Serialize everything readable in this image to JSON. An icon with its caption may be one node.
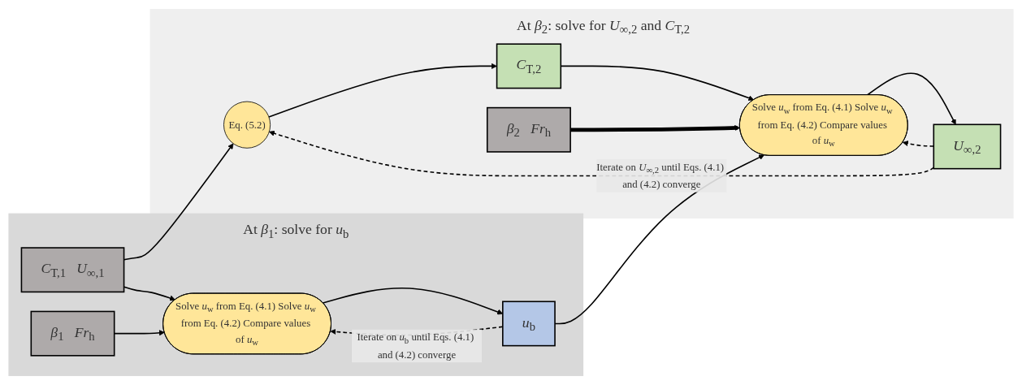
{
  "diagram": {
    "nodes": [
      {
        "text": [
          "At *β*$_{1}$: solve for *u*$_{b}$"
        ]
      },
      {
        "text": [
          "At *β*$_{2}$: solve for *U*$_{∞,2}$ and *C*$_{T,2}$"
        ]
      },
      {
        "text": [
          "*C*$_{T,1}$   *U*$_{∞,1}$"
        ],
        "in": 0
      },
      {
        "text": [
          "*β*$_{1}$   *Fr*$_{h}$"
        ],
        "in": 0
      },
      {
        "text": [
          "Solve *u*$_{w}$ from Eq. (4.1) Solve *u*$_{w}$ from Eq. (4.2) Compare values of *u*$_{w}$"
        ],
        "in": 0
      },
      {
        "text": [
          "*u*$_{b}$"
        ],
        "in": 0
      },
      {
        "text": [
          "Eq. (5.2)"
        ],
        "in": 1
      },
      {
        "text": [
          "*C*$_{T,2}$"
        ],
        "in": 1
      },
      {
        "text": [
          "Solve *u*$_{w}$ from Eq. (4.1) Solve *u*$_{w}$ from Eq. (4.2) Compare values of *u*$_{w}$"
        ],
        "in": 1
      },
      {
        "text": [
          "*U*$_{∞,2}$"
        ],
        "in": 1
      },
      {
        "text": [
          "*β*$_{2}$   *Fr*$_{h}$"
        ],
        "in": 1
      }
    ],
    "edges": [
      {
        "from": 2,
        "to": 6,
        "arrow": "to"
      },
      {
        "from": 2,
        "to": 4,
        "arrow": "to"
      },
      {
        "from": 3,
        "to": 4,
        "arrow": "to"
      },
      {
        "from": 4,
        "to": 5,
        "arrow": "to"
      },
      {
        "from": 5,
        "to": 4,
        "arrow": "to",
        "style": "dashed",
        "label": "Iterate on *u*$_{b}$ until Eqs. (4.1) and (4.2) converge"
      },
      {
        "from": 5,
        "to": 8,
        "arrow": "to"
      },
      {
        "from": 6,
        "to": 7,
        "arrow": "to"
      },
      {
        "from": 7,
        "to": 8,
        "arrow": "to"
      },
      {
        "from": 10,
        "to": 8,
        "arrow": "to",
        "style": "thick"
      },
      {
        "from": 8,
        "to": 9,
        "arrow": "to"
      },
      {
        "from": 9,
        "to": 6,
        "arrow": "to",
        "style": "dashed",
        "label": "Iterate on *U*$_{∞,2}$ until Eqs. (4.1) and (4.2) converge"
      },
      {
        "from": 9,
        "to": 8,
        "arrow": "to",
        "style": "dashed"
      }
    ]
  }
}
